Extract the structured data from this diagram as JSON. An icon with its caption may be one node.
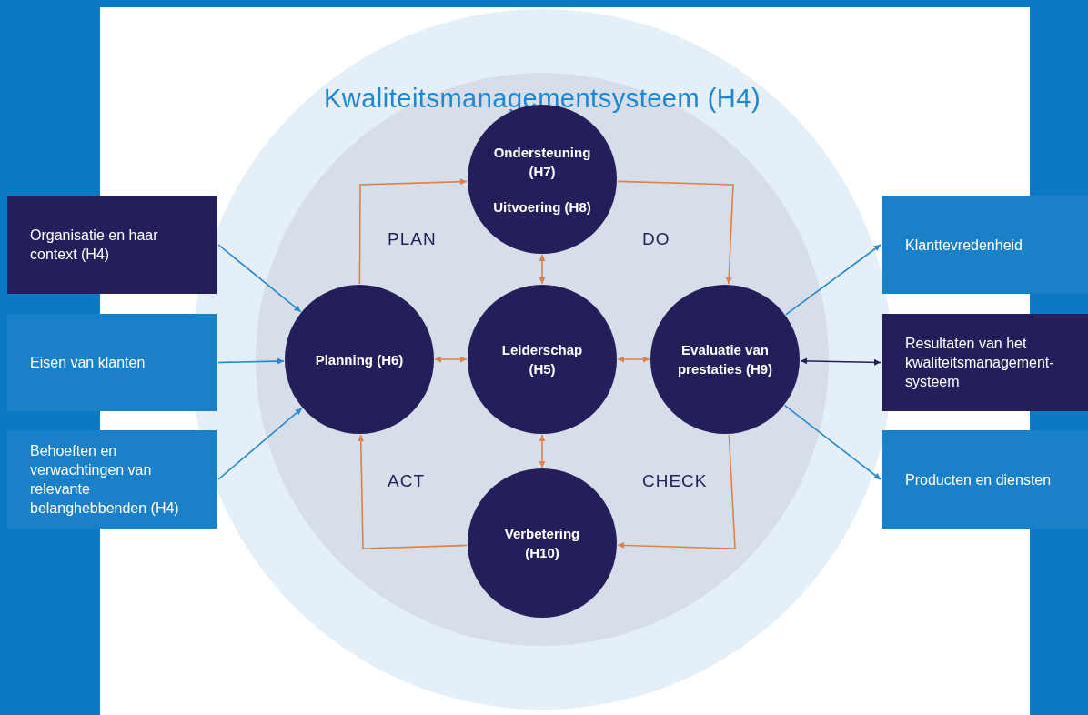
{
  "diagram": {
    "nodes": [
      {
        "text": [
          "Kwaliteitsmanagementsysteem (H4)"
        ]
      },
      {
        "text": [
          "Organisatie en haar context (H4)"
        ]
      },
      {
        "text": [
          "Eisen van klanten"
        ]
      },
      {
        "text": [
          "Behoeften en verwachtingen van relevante belanghebbenden (H4)"
        ]
      },
      {
        "text": [
          "Ondersteuning (H7)",
          "Uitvoering (H8)"
        ],
        "in": 0
      },
      {
        "text": [
          "Planning (H6)"
        ],
        "in": 0
      },
      {
        "text": [
          "Leiderschap (H5)"
        ],
        "in": 0
      },
      {
        "text": [
          "Evaluatie van prestaties (H9)"
        ],
        "in": 0
      },
      {
        "text": [
          "Verbetering (H10)"
        ],
        "in": 0
      },
      {
        "text": [
          "Klanttevredenheid"
        ]
      },
      {
        "text": [
          "Resultaten van het kwaliteitsmanagement-systeem"
        ]
      },
      {
        "text": [
          "Producten en diensten"
        ]
      }
    ],
    "edges": [
      {
        "from": 1,
        "to": 5,
        "arrow": "to",
        "color": "#2a88d0"
      },
      {
        "from": 2,
        "to": 5,
        "arrow": "to",
        "color": "#2a88d0"
      },
      {
        "from": 3,
        "to": 5,
        "arrow": "to",
        "color": "#2a88d0"
      },
      {
        "from": 5,
        "to": 4,
        "arrow": "to",
        "label": "PLAN"
      },
      {
        "from": 4,
        "to": 7,
        "arrow": "to",
        "label": "DO"
      },
      {
        "from": 7,
        "to": 8,
        "arrow": "to",
        "label": "CHECK"
      },
      {
        "from": 8,
        "to": 5,
        "arrow": "to",
        "label": "ACT"
      },
      {
        "from": 6,
        "to": 4,
        "arrow": "both"
      },
      {
        "from": 6,
        "to": 5,
        "arrow": "both"
      },
      {
        "from": 6,
        "to": 7,
        "arrow": "both"
      },
      {
        "from": 6,
        "to": 8,
        "arrow": "both"
      },
      {
        "from": 7,
        "to": 9,
        "arrow": "to",
        "color": "#2a88d0"
      },
      {
        "from": 7,
        "to": 10,
        "arrow": "both",
        "color": "#241e5a"
      },
      {
        "from": 7,
        "to": 11,
        "arrow": "to",
        "color": "#2a88d0"
      }
    ]
  }
}
